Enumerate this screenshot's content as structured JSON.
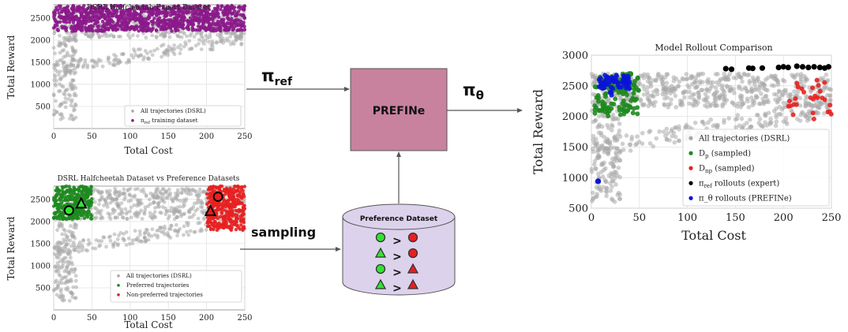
{
  "chart_data": [
    {
      "type": "scatter",
      "title": "DSRL Halfcheetah Expert Dataset",
      "xlabel": "Total Cost",
      "ylabel": "Total Reward",
      "xlim": [
        0,
        250
      ],
      "ylim": [
        0,
        2800
      ],
      "xticks": [
        "0",
        "50",
        "100",
        "150",
        "200",
        "250"
      ],
      "yticks": [
        "500",
        "1000",
        "1500",
        "2000",
        "2500"
      ],
      "grid": true,
      "legend_position": "bottom-right",
      "legend": [
        "All trajectories (DSRL)",
        "π_ref training dataset"
      ],
      "series": [
        {
          "name": "All trajectories (DSRL)",
          "color": "#a8a8a8",
          "regions": [
            {
              "x": [
                0,
                250
              ],
              "y": [
                2050,
                2700
              ],
              "n": 420
            },
            {
              "x": [
                0,
                250
              ],
              "y": [
                1350,
                2150
              ],
              "n": 160
            },
            {
              "x": [
                0,
                30
              ],
              "y": [
                200,
                2100
              ],
              "n": 150
            }
          ]
        },
        {
          "name": "π_ref training dataset",
          "color": "#8b1a8b",
          "regions": [
            {
              "x": [
                0,
                250
              ],
              "y": [
                2200,
                2780
              ],
              "n": 1100
            }
          ]
        }
      ]
    },
    {
      "type": "scatter",
      "title": "DSRL Halfcheetah Dataset vs Preference Datasets",
      "xlabel": "Total Cost",
      "ylabel": "Total Reward",
      "xlim": [
        0,
        250
      ],
      "ylim": [
        0,
        2800
      ],
      "xticks": [
        "0",
        "50",
        "100",
        "150",
        "200",
        "250"
      ],
      "yticks": [
        "500",
        "1000",
        "1500",
        "2000",
        "2500"
      ],
      "grid": true,
      "legend_position": "bottom-right",
      "legend": [
        "All trajectories (DSRL)",
        "Preferred trajectories",
        "Non-preferred trajectories"
      ],
      "series": [
        {
          "name": "All trajectories (DSRL)",
          "color": "#a8a8a8",
          "regions": [
            {
              "x": [
                0,
                250
              ],
              "y": [
                2050,
                2750
              ],
              "n": 520
            },
            {
              "x": [
                0,
                250
              ],
              "y": [
                1300,
                2150
              ],
              "n": 170
            },
            {
              "x": [
                0,
                30
              ],
              "y": [
                200,
                2100
              ],
              "n": 150
            }
          ]
        },
        {
          "name": "Preferred trajectories",
          "color": "#1e8a1e",
          "regions": [
            {
              "x": [
                0,
                50
              ],
              "y": [
                2050,
                2800
              ],
              "n": 300
            }
          ]
        },
        {
          "name": "Non-preferred trajectories",
          "color": "#e82020",
          "regions": [
            {
              "x": [
                200,
                250
              ],
              "y": [
                1800,
                2800
              ],
              "n": 380
            }
          ]
        }
      ],
      "markers": [
        {
          "x": 20,
          "y": 2250,
          "shape": "circle",
          "fill": "#33e233"
        },
        {
          "x": 36,
          "y": 2400,
          "shape": "triangle",
          "fill": "#33e233"
        },
        {
          "x": 215,
          "y": 2560,
          "shape": "circle",
          "fill": "#e82020"
        },
        {
          "x": 205,
          "y": 2230,
          "shape": "triangle",
          "fill": "#e82020"
        }
      ]
    },
    {
      "type": "scatter",
      "title": "Model Rollout Comparison",
      "xlabel": "Total Cost",
      "ylabel": "Total Reward",
      "xlim": [
        0,
        250
      ],
      "ylim": [
        500,
        3000
      ],
      "xticks": [
        "0",
        "50",
        "100",
        "150",
        "200",
        "250"
      ],
      "yticks": [
        "500",
        "1000",
        "1500",
        "2000",
        "2500",
        "3000"
      ],
      "grid": true,
      "legend_position": "bottom-right",
      "legend": [
        "All trajectories (DSRL)",
        "D_p (sampled)",
        "D_np (sampled)",
        "π_ref rollouts (expert)",
        "π_θ rollouts (PREFINe)"
      ],
      "series": [
        {
          "name": "All trajectories (DSRL)",
          "color": "#a8a8a8",
          "regions": [
            {
              "x": [
                0,
                250
              ],
              "y": [
                2150,
                2700
              ],
              "n": 550
            },
            {
              "x": [
                0,
                250
              ],
              "y": [
                1400,
                2200
              ],
              "n": 190
            },
            {
              "x": [
                0,
                30
              ],
              "y": [
                600,
                2100
              ],
              "n": 150
            }
          ]
        },
        {
          "name": "D_p (sampled)",
          "color": "#1e8a1e",
          "regions": [
            {
              "x": [
                3,
                50
              ],
              "y": [
                2000,
                2720
              ],
              "n": 120
            }
          ]
        },
        {
          "name": "D_np (sampled)",
          "color": "#e82020",
          "regions": [
            {
              "x": [
                202,
                250
              ],
              "y": [
                1950,
                2600
              ],
              "n": 28
            }
          ]
        },
        {
          "name": "π_ref rollouts (expert)",
          "color": "#000000",
          "points": [
            [
              140,
              2780
            ],
            [
              146,
              2770
            ],
            [
              164,
              2790
            ],
            [
              168,
              2785
            ],
            [
              178,
              2790
            ],
            [
              195,
              2800
            ],
            [
              200,
              2810
            ],
            [
              205,
              2800
            ],
            [
              214,
              2820
            ],
            [
              220,
              2810
            ],
            [
              226,
              2800
            ],
            [
              232,
              2810
            ],
            [
              238,
              2800
            ],
            [
              243,
              2790
            ],
            [
              247,
              2810
            ]
          ]
        },
        {
          "name": "π_θ rollouts (PREFINe)",
          "color": "#0a14d8",
          "regions": [
            {
              "x": [
                8,
                40
              ],
              "y": [
                2450,
                2680
              ],
              "n": 70
            },
            {
              "x": [
                18,
                26
              ],
              "y": [
                2300,
                2420
              ],
              "n": 4
            }
          ],
          "points": [
            [
              7,
              940
            ]
          ]
        }
      ]
    }
  ],
  "diagram": {
    "pi_ref_label": "π",
    "pi_ref_sub": "ref",
    "prefine_label": "PREFINe",
    "pi_theta_label": "π",
    "pi_theta_sub": "θ",
    "sampling_label": "sampling",
    "preference_dataset_label": "Preference Dataset",
    "preference_pairs": [
      {
        "left": "circle",
        "right": "circle",
        "symbol": ">"
      },
      {
        "left": "triangle",
        "right": "circle",
        "symbol": ">"
      },
      {
        "left": "circle",
        "right": "triangle",
        "symbol": ">"
      },
      {
        "left": "triangle",
        "right": "triangle",
        "symbol": ">"
      }
    ],
    "colors": {
      "prefine_box": "#c8829e",
      "cylinder": "#dcd2ec",
      "preferred": "#33e233",
      "non_preferred": "#e82020"
    }
  }
}
